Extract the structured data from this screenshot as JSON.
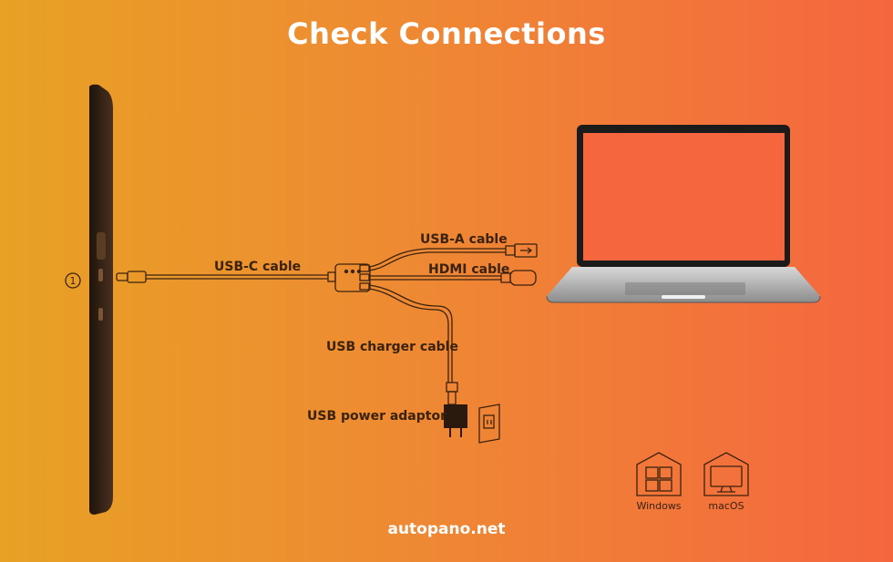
{
  "title": "Check Connections",
  "footer": "autopano.net",
  "step_number": "1",
  "labels": {
    "usb_c": "USB-C cable",
    "usb_a": "USB-A cable",
    "hdmi": "HDMI cable",
    "usb_charger": "USB charger cable",
    "usb_power_adaptor": "USB power adaptor"
  },
  "os": {
    "windows": "Windows",
    "macos": "macOS"
  },
  "colors": {
    "line": "#3a220f",
    "tablet": "#2e1d10",
    "screen": "#f5663f"
  }
}
